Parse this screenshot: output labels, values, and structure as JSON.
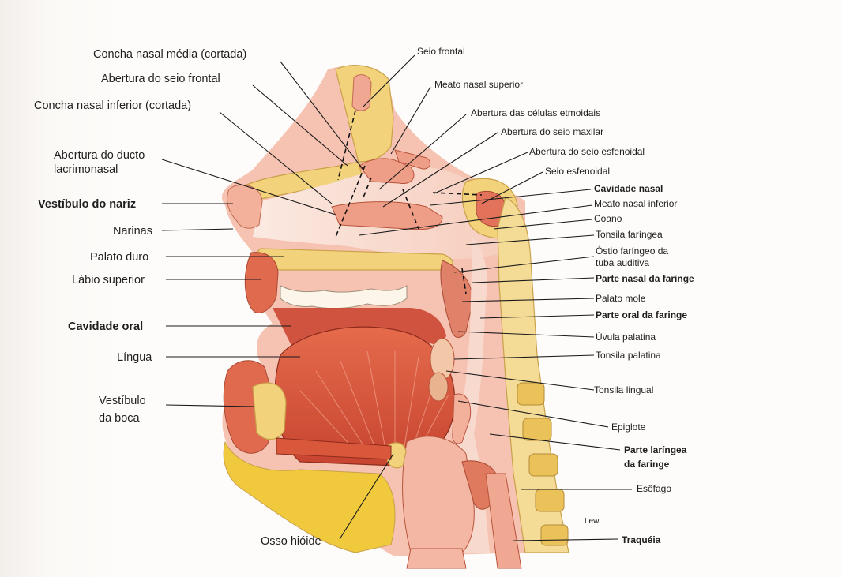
{
  "labels": {
    "concha_media": "Concha nasal média (cortada)",
    "abertura_seio_frontal": "Abertura do seio frontal",
    "concha_inferior": "Concha nasal inferior (cortada)",
    "ducto_l1": "Abertura do ducto",
    "ducto_l2": "lacrimonasal",
    "vestibulo_nariz": "Vestíbulo do nariz",
    "narinas": "Narinas",
    "palato_duro": "Palato duro",
    "labio_superior": "Lábio superior",
    "cavidade_oral": "Cavidade oral",
    "lingua": "Língua",
    "vest_boca_l1": "Vestíbulo",
    "vest_boca_l2": "da boca",
    "osso_hioide": "Osso hióide",
    "seio_frontal": "Seio frontal",
    "meato_superior": "Meato nasal superior",
    "celulas_etmoidais": "Abertura das células etmoidais",
    "seio_maxilar": "Abertura do seio maxilar",
    "seio_esfenoidal_abertura": "Abertura do seio esfenoidal",
    "seio_esfenoidal": "Seio esfenoidal",
    "cavidade_nasal": "Cavidade nasal",
    "meato_inferior": "Meato nasal inferior",
    "coano": "Coano",
    "tonsila_faringea": "Tonsila faríngea",
    "ostio_l1": "Óstio faríngeo da",
    "ostio_l2": "tuba auditiva",
    "parte_nasal": "Parte nasal da faringe",
    "palato_mole": "Palato mole",
    "parte_oral": "Parte oral da faringe",
    "uvula": "Úvula palatina",
    "tonsila_palatina": "Tonsila palatina",
    "tonsila_lingual": "Tonsila lingual",
    "epiglote": "Epiglote",
    "laringea_l1": "Parte laríngea",
    "laringea_l2": "da faringe",
    "esofago": "Esôfago",
    "traqueia": "Traquéia",
    "signature": "Lew"
  },
  "colors": {
    "tissue": "#f4b7a5",
    "muscle": "#d9573b",
    "bone": "#f2d27a",
    "fat": "#f0c93c",
    "mucosa": "#f7d5c8",
    "cavity": "#fbe7df"
  }
}
